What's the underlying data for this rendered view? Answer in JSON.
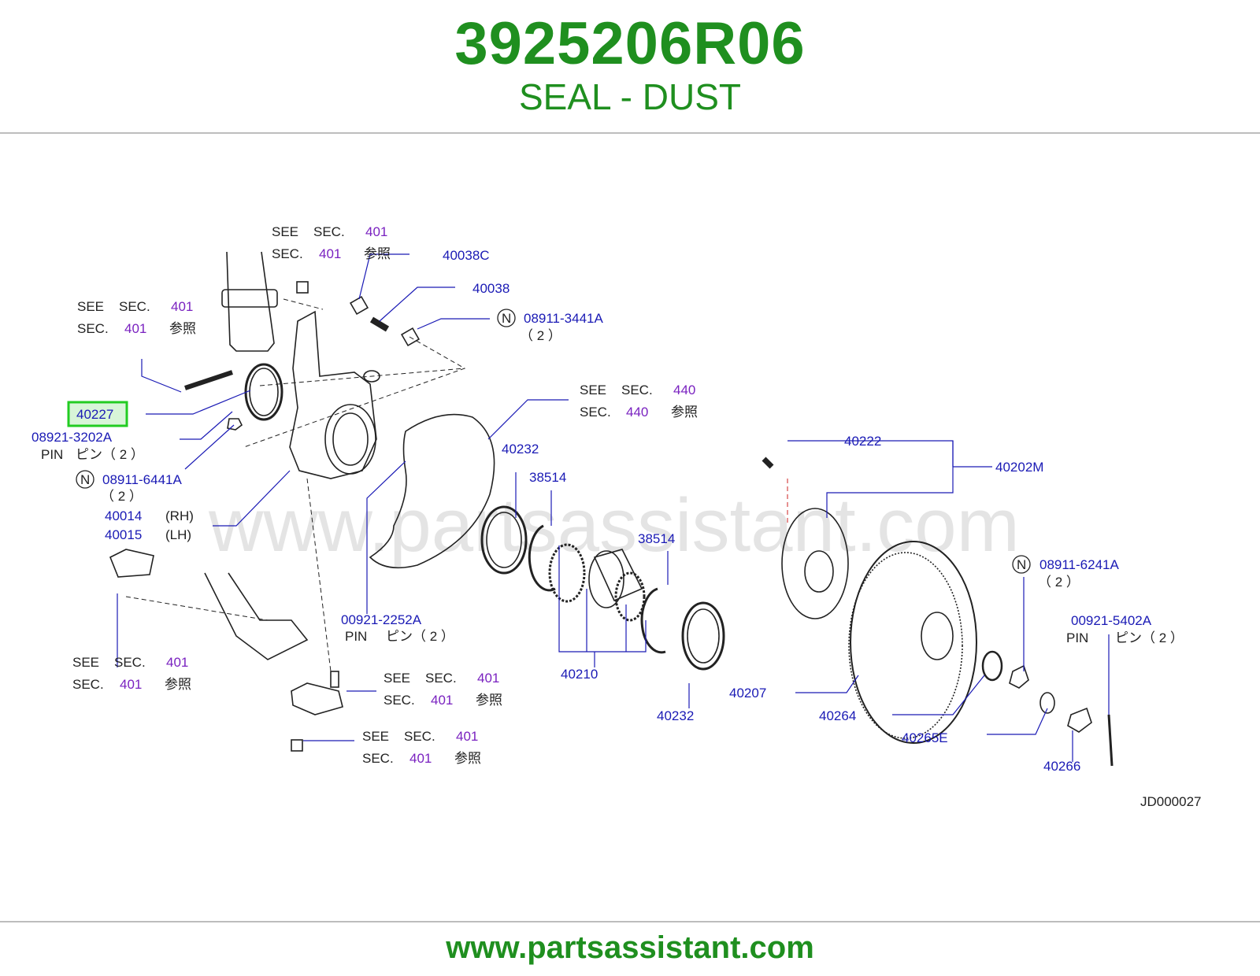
{
  "header": {
    "part_number": "3925206R06",
    "part_name": "SEAL - DUST"
  },
  "footer": {
    "url": "www.partsassistant.com"
  },
  "diagram": {
    "watermark": "www.partsassistant.com",
    "code": "JD000027",
    "highlight_part": "40227",
    "highlight_color": "#22cc22",
    "text": {
      "see": "SEE",
      "sec": "SEC.",
      "ref": "参照",
      "pin": "PIN",
      "pin_jp": "ピン（ 2 ）",
      "qty2": "（ 2 ）",
      "n": "N",
      "rh": "(RH)",
      "lh": "(LH)"
    },
    "sections": {
      "s401": "401",
      "s440": "440"
    },
    "parts": {
      "p40038c": "40038C",
      "p40038": "40038",
      "p08911_3441a": "08911-3441A",
      "p40227": "40227",
      "p08921_3202a": "08921-3202A",
      "p08911_6441a": "08911-6441A",
      "p40014": "40014",
      "p40015": "40015",
      "p00921_2252a": "00921-2252A",
      "p40232": "40232",
      "p38514": "38514",
      "p40210": "40210",
      "p40222": "40222",
      "p40202m": "40202M",
      "p08911_6241a": "08911-6241A",
      "p00921_5402a": "00921-5402A",
      "p40207": "40207",
      "p40264": "40264",
      "p40265e": "40265E",
      "p40266": "40266"
    }
  }
}
